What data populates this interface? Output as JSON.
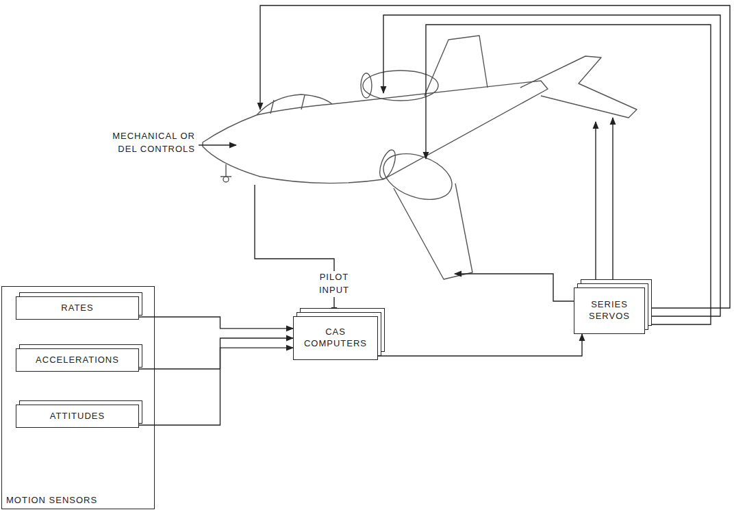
{
  "diagram": {
    "nodes": [
      {
        "text": [
          "MOTION SENSORS"
        ]
      },
      {
        "text": [
          "RATES"
        ],
        "in": 0
      },
      {
        "text": [
          "ACCELERATIONS"
        ],
        "in": 0
      },
      {
        "text": [
          "ATTITUDES"
        ],
        "in": 0
      },
      {
        "text": [
          "CAS COMPUTERS"
        ]
      },
      {
        "text": [
          "SERIES SERVOS"
        ]
      }
    ],
    "edges": [
      {
        "from": 1,
        "to": 4,
        "arrow": "to"
      },
      {
        "from": 2,
        "to": 4,
        "arrow": "to"
      },
      {
        "from": 3,
        "to": 4,
        "arrow": "to"
      },
      {
        "from": 4,
        "to": 5,
        "arrow": "to"
      }
    ],
    "labels": [
      "MECHANICAL OR DEL CONTROLS",
      "PILOT INPUT"
    ]
  }
}
